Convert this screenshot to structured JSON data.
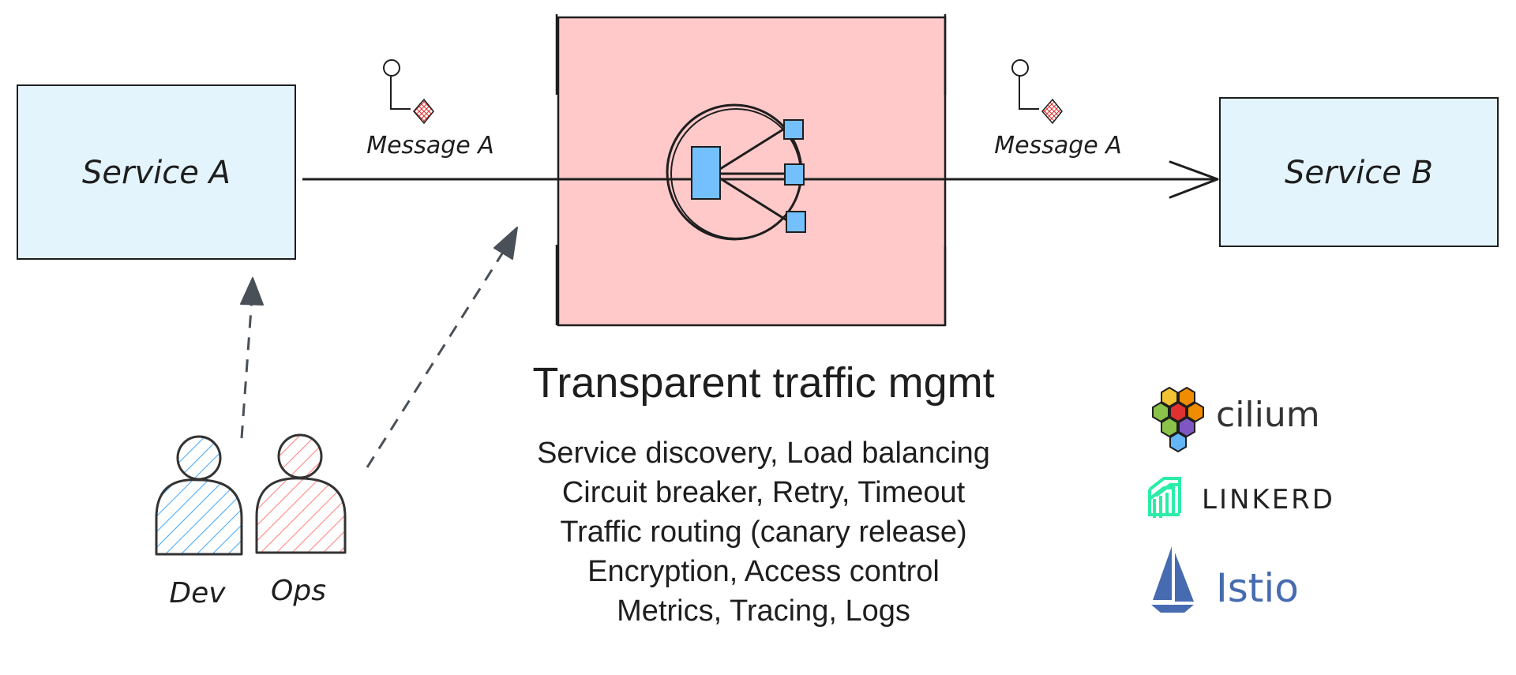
{
  "service_a": {
    "label": "Service A"
  },
  "service_b": {
    "label": "Service B"
  },
  "message_left": {
    "label": "Message A"
  },
  "message_right": {
    "label": "Message A"
  },
  "people": {
    "dev_label": "Dev",
    "ops_label": "Ops"
  },
  "proxy": {
    "heading": "Transparent traffic mgmt",
    "features": [
      "Service discovery, Load balancing",
      "Circuit breaker, Retry, Timeout",
      "Traffic routing (canary release)",
      "Encryption, Access control",
      "Metrics, Tracing, Logs"
    ]
  },
  "logos": {
    "cilium": "cilium",
    "linkerd": "LINKERD",
    "istio": "Istio"
  },
  "colors": {
    "service_fill": "#e4f4fd",
    "proxy_fill": "#ffc9c9",
    "router_blue": "#74c0fc",
    "dev_hatch": "#4dabf7",
    "ops_hatch": "#ff8787",
    "cilium_hex": [
      "#f1c232",
      "#f08c00",
      "#e03131",
      "#8bc34a",
      "#7e57c2",
      "#3b82f6",
      "#64b5f6"
    ],
    "linkerd": "#2beda7",
    "istio": "#466bb0"
  }
}
